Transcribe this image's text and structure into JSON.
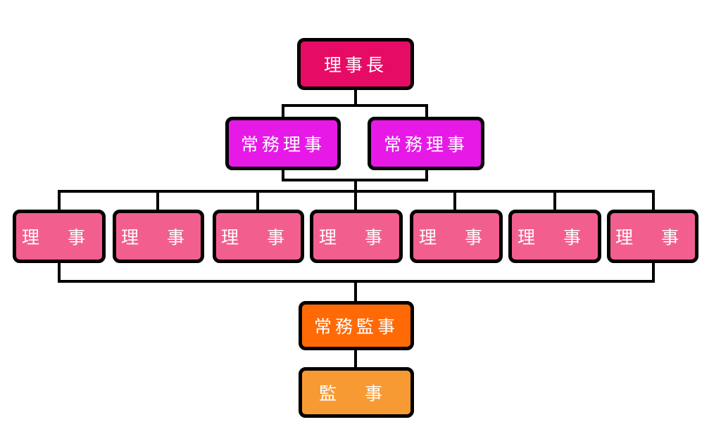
{
  "colors": {
    "chairman": "#E60B64",
    "managing_director": "#E619E6",
    "director": "#F25F8F",
    "managing_auditor": "#FF6A06",
    "auditor": "#F89A34",
    "connector": "#000000"
  },
  "chairman": {
    "label": "理事長"
  },
  "managing_directors": [
    {
      "label": "常務理事"
    },
    {
      "label": "常務理事"
    }
  ],
  "directors": [
    {
      "label": "理 事"
    },
    {
      "label": "理 事"
    },
    {
      "label": "理 事"
    },
    {
      "label": "理 事"
    },
    {
      "label": "理 事"
    },
    {
      "label": "理 事"
    },
    {
      "label": "理 事"
    }
  ],
  "managing_auditor": {
    "label": "常務監事"
  },
  "auditor": {
    "label": "監 事"
  }
}
